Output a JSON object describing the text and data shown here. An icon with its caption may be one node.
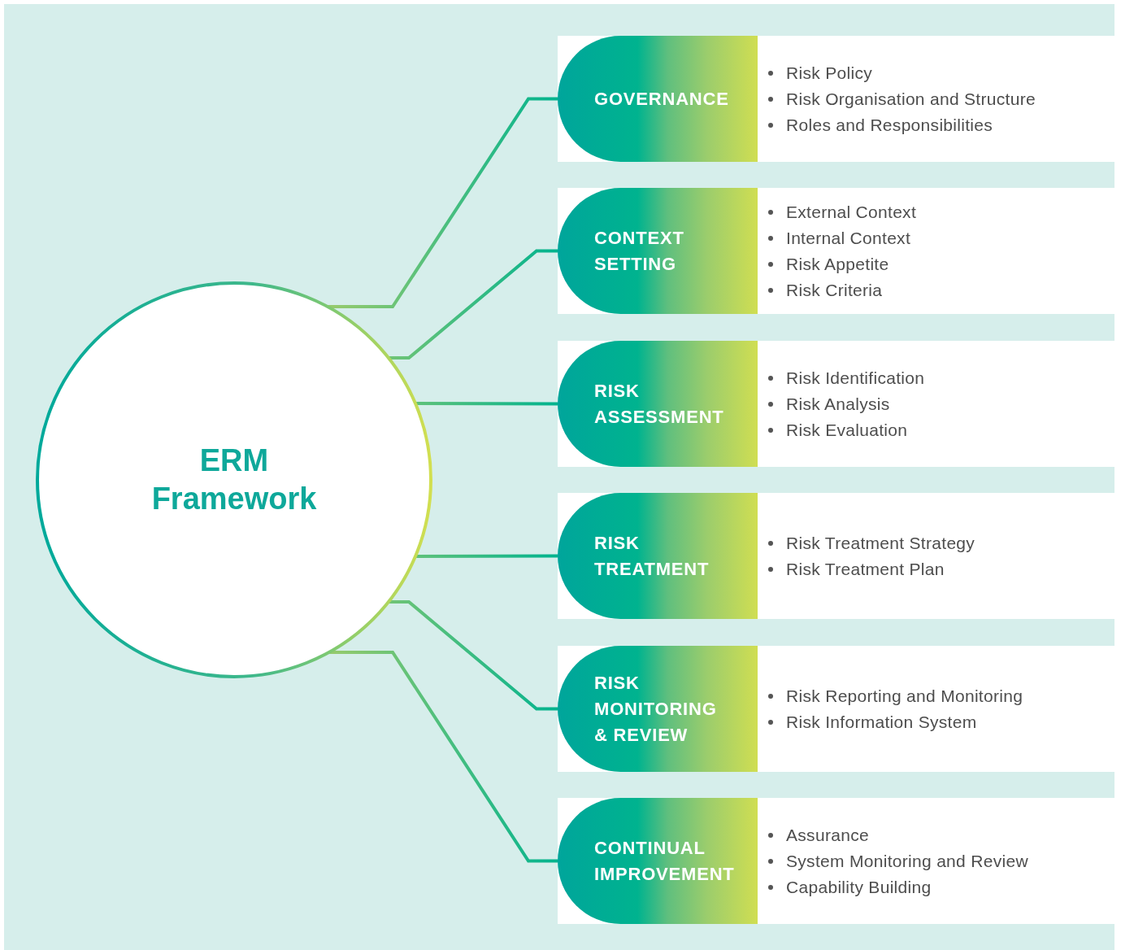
{
  "diagram": {
    "nodes": [
      {
        "text": [
          "ERM Framework"
        ]
      },
      {
        "text": [
          "GOVERNANCE",
          "Risk Policy",
          "Risk Organisation and Structure",
          "Roles and Responsibilities"
        ]
      },
      {
        "text": [
          "CONTEXT SETTING",
          "External Context",
          "Internal Context",
          "Risk Appetite",
          "Risk Criteria"
        ]
      },
      {
        "text": [
          "RISK ASSESSMENT",
          "Risk Identification",
          "Risk Analysis",
          "Risk Evaluation"
        ]
      },
      {
        "text": [
          "RISK TREATMENT",
          "Risk Treatment Strategy",
          "Risk Treatment Plan"
        ]
      },
      {
        "text": [
          "RISK MONITORING & REVIEW",
          "Risk Reporting and Monitoring",
          "Risk Information System"
        ]
      },
      {
        "text": [
          "CONTINUAL IMPROVEMENT",
          "Assurance",
          "System Monitoring and Review",
          "Capability Building"
        ]
      }
    ],
    "edges": [
      {
        "from": 0,
        "to": 1,
        "arrow": "none"
      },
      {
        "from": 0,
        "to": 2,
        "arrow": "none"
      },
      {
        "from": 0,
        "to": 3,
        "arrow": "none"
      },
      {
        "from": 0,
        "to": 4,
        "arrow": "none"
      },
      {
        "from": 0,
        "to": 5,
        "arrow": "none"
      },
      {
        "from": 0,
        "to": 6,
        "arrow": "none"
      }
    ]
  }
}
